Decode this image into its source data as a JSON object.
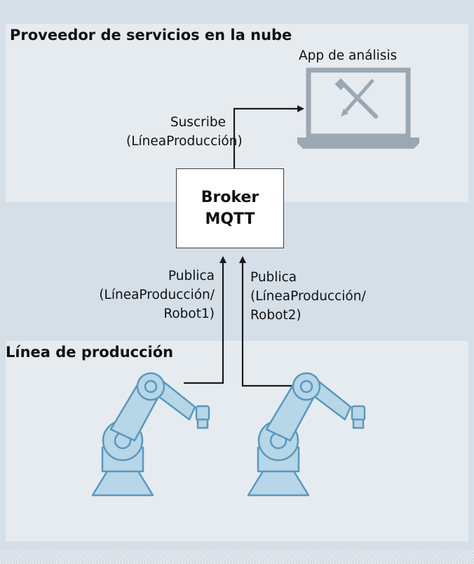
{
  "sections": {
    "cloud_title": "Proveedor de servicios en la nube",
    "production_title": "Línea de producción"
  },
  "app": {
    "label": "App de análisis",
    "icon": "laptop-tools-icon"
  },
  "broker": {
    "line1": "Broker",
    "line2": "MQTT"
  },
  "subscribe": {
    "line1": "Suscribe",
    "line2": "(LíneaProducción)"
  },
  "publish_robot1": {
    "line1": "Publica",
    "line2": "(LíneaProducción/",
    "line3": "Robot1)"
  },
  "publish_robot2": {
    "line1": "Publica",
    "line2": "(LíneaProducción/",
    "line3": "Robot2)"
  },
  "colors": {
    "background": "#d4dfe8",
    "zone": "#e6ebf0",
    "robot_fill": "#b7d6e8",
    "robot_stroke": "#5a98bd",
    "laptop": "#9aa8b4",
    "arrow": "#1a1a1a"
  }
}
